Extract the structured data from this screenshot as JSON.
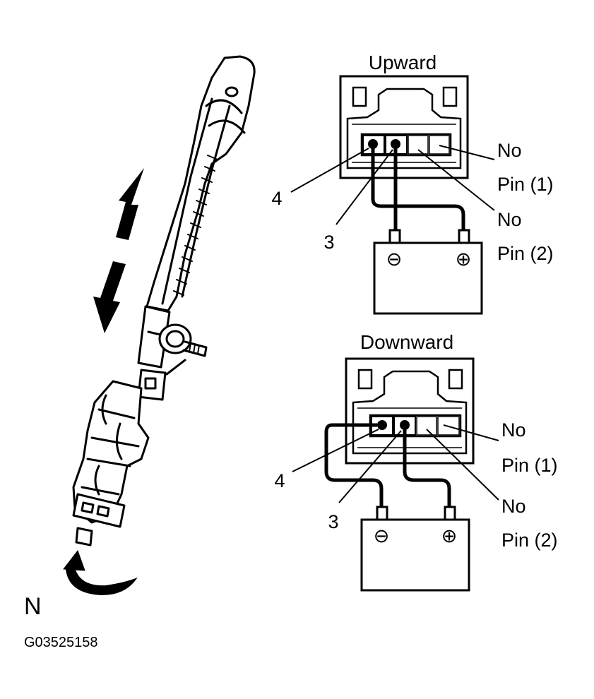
{
  "upward": {
    "title": "Upward",
    "terminal_4": "4",
    "terminal_3": "3",
    "no_pin_1_line1": "No",
    "no_pin_1_line2": "Pin (1)",
    "no_pin_2_line1": "No",
    "no_pin_2_line2": "Pin (2)",
    "battery_neg": "⊖",
    "battery_pos": "⊕"
  },
  "downward": {
    "title": "Downward",
    "terminal_4": "4",
    "terminal_3": "3",
    "no_pin_1_line1": "No",
    "no_pin_1_line2": "Pin (1)",
    "no_pin_2_line1": "No",
    "no_pin_2_line2": "Pin (2)",
    "battery_neg": "⊖",
    "battery_pos": "⊕"
  },
  "corner_letter": "N",
  "figure_code": "G03525158",
  "colors": {
    "ink": "#000000",
    "paper": "#ffffff"
  }
}
